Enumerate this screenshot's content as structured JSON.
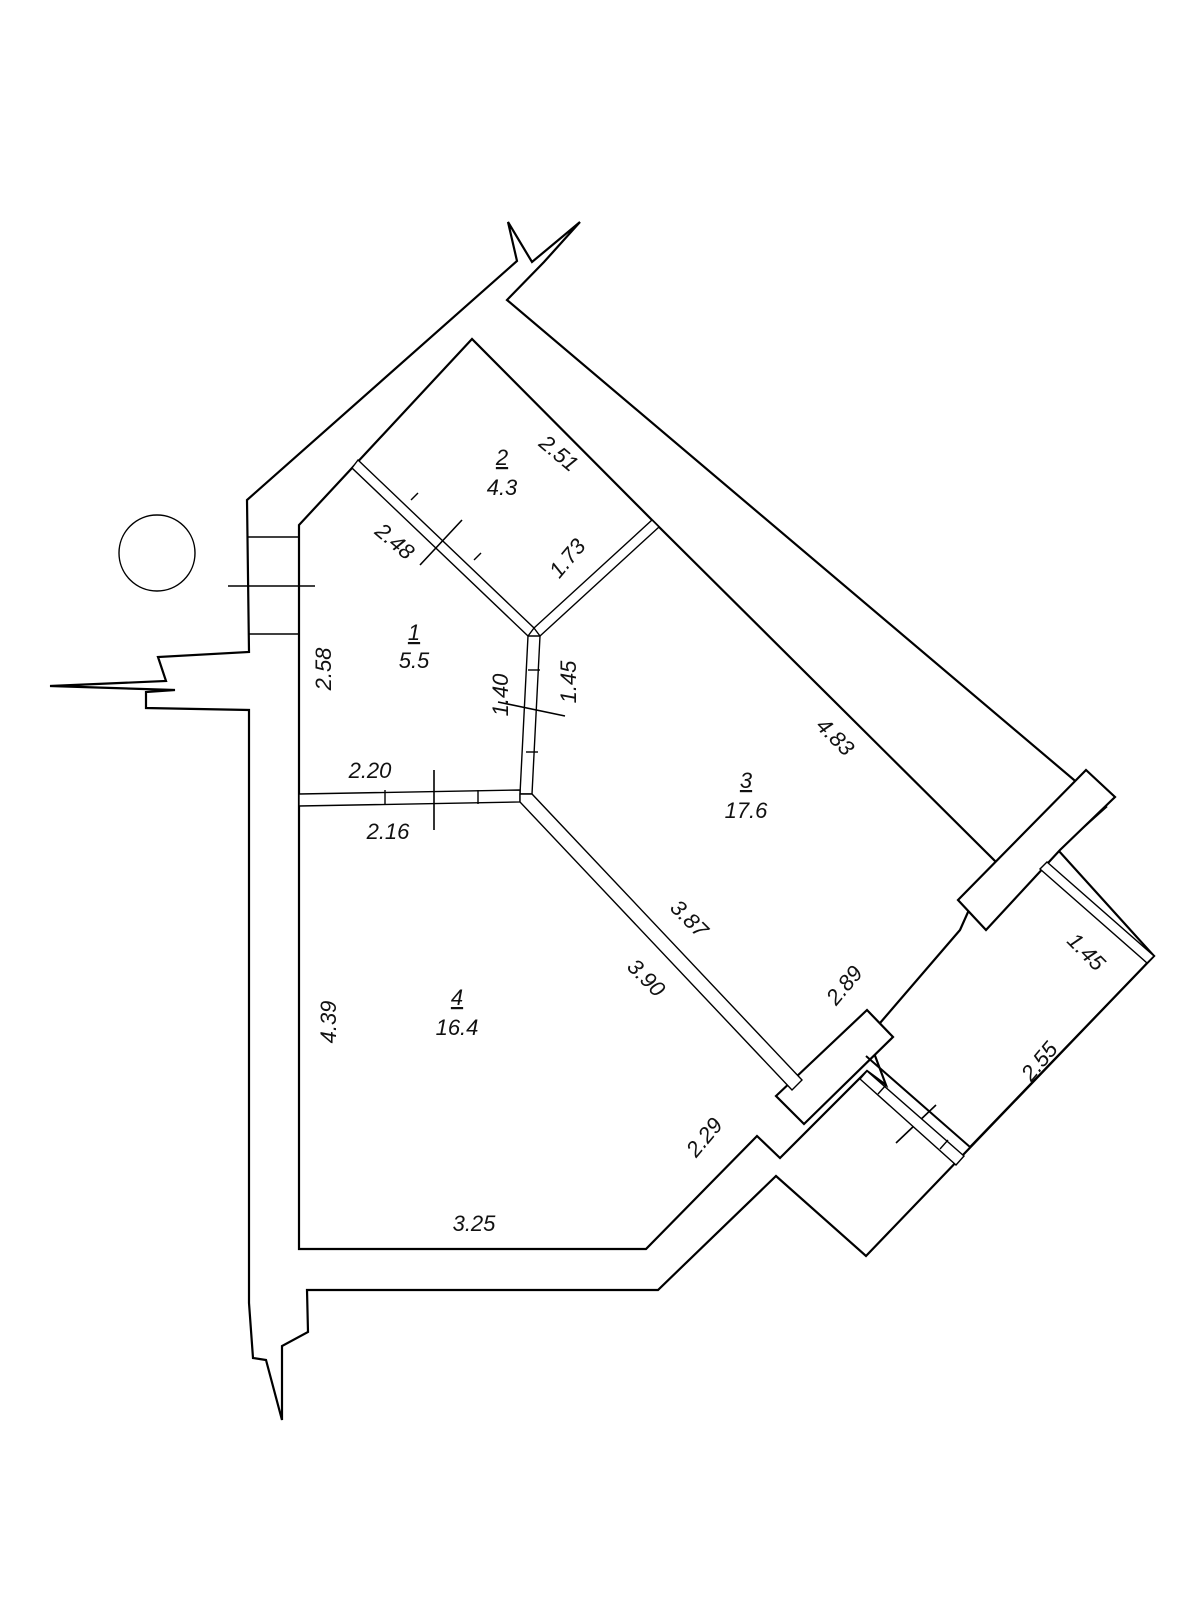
{
  "rooms": [
    {
      "number": "1",
      "area": "5.5"
    },
    {
      "number": "2",
      "area": "4.3"
    },
    {
      "number": "3",
      "area": "17.6"
    },
    {
      "number": "4",
      "area": "16.4"
    }
  ],
  "dimensions": {
    "d_2_51": "2.51",
    "d_2_48": "2.48",
    "d_1_73": "1.73",
    "d_2_58": "2.58",
    "d_1_40": "1.40",
    "d_1_45_a": "1.45",
    "d_2_20": "2.20",
    "d_2_16": "2.16",
    "d_4_83": "4.83",
    "d_3_87": "3.87",
    "d_3_90": "3.90",
    "d_2_89": "2.89",
    "d_1_45_b": "1.45",
    "d_2_55": "2.55",
    "d_4_39": "4.39",
    "d_2_29": "2.29",
    "d_3_25": "3.25"
  }
}
